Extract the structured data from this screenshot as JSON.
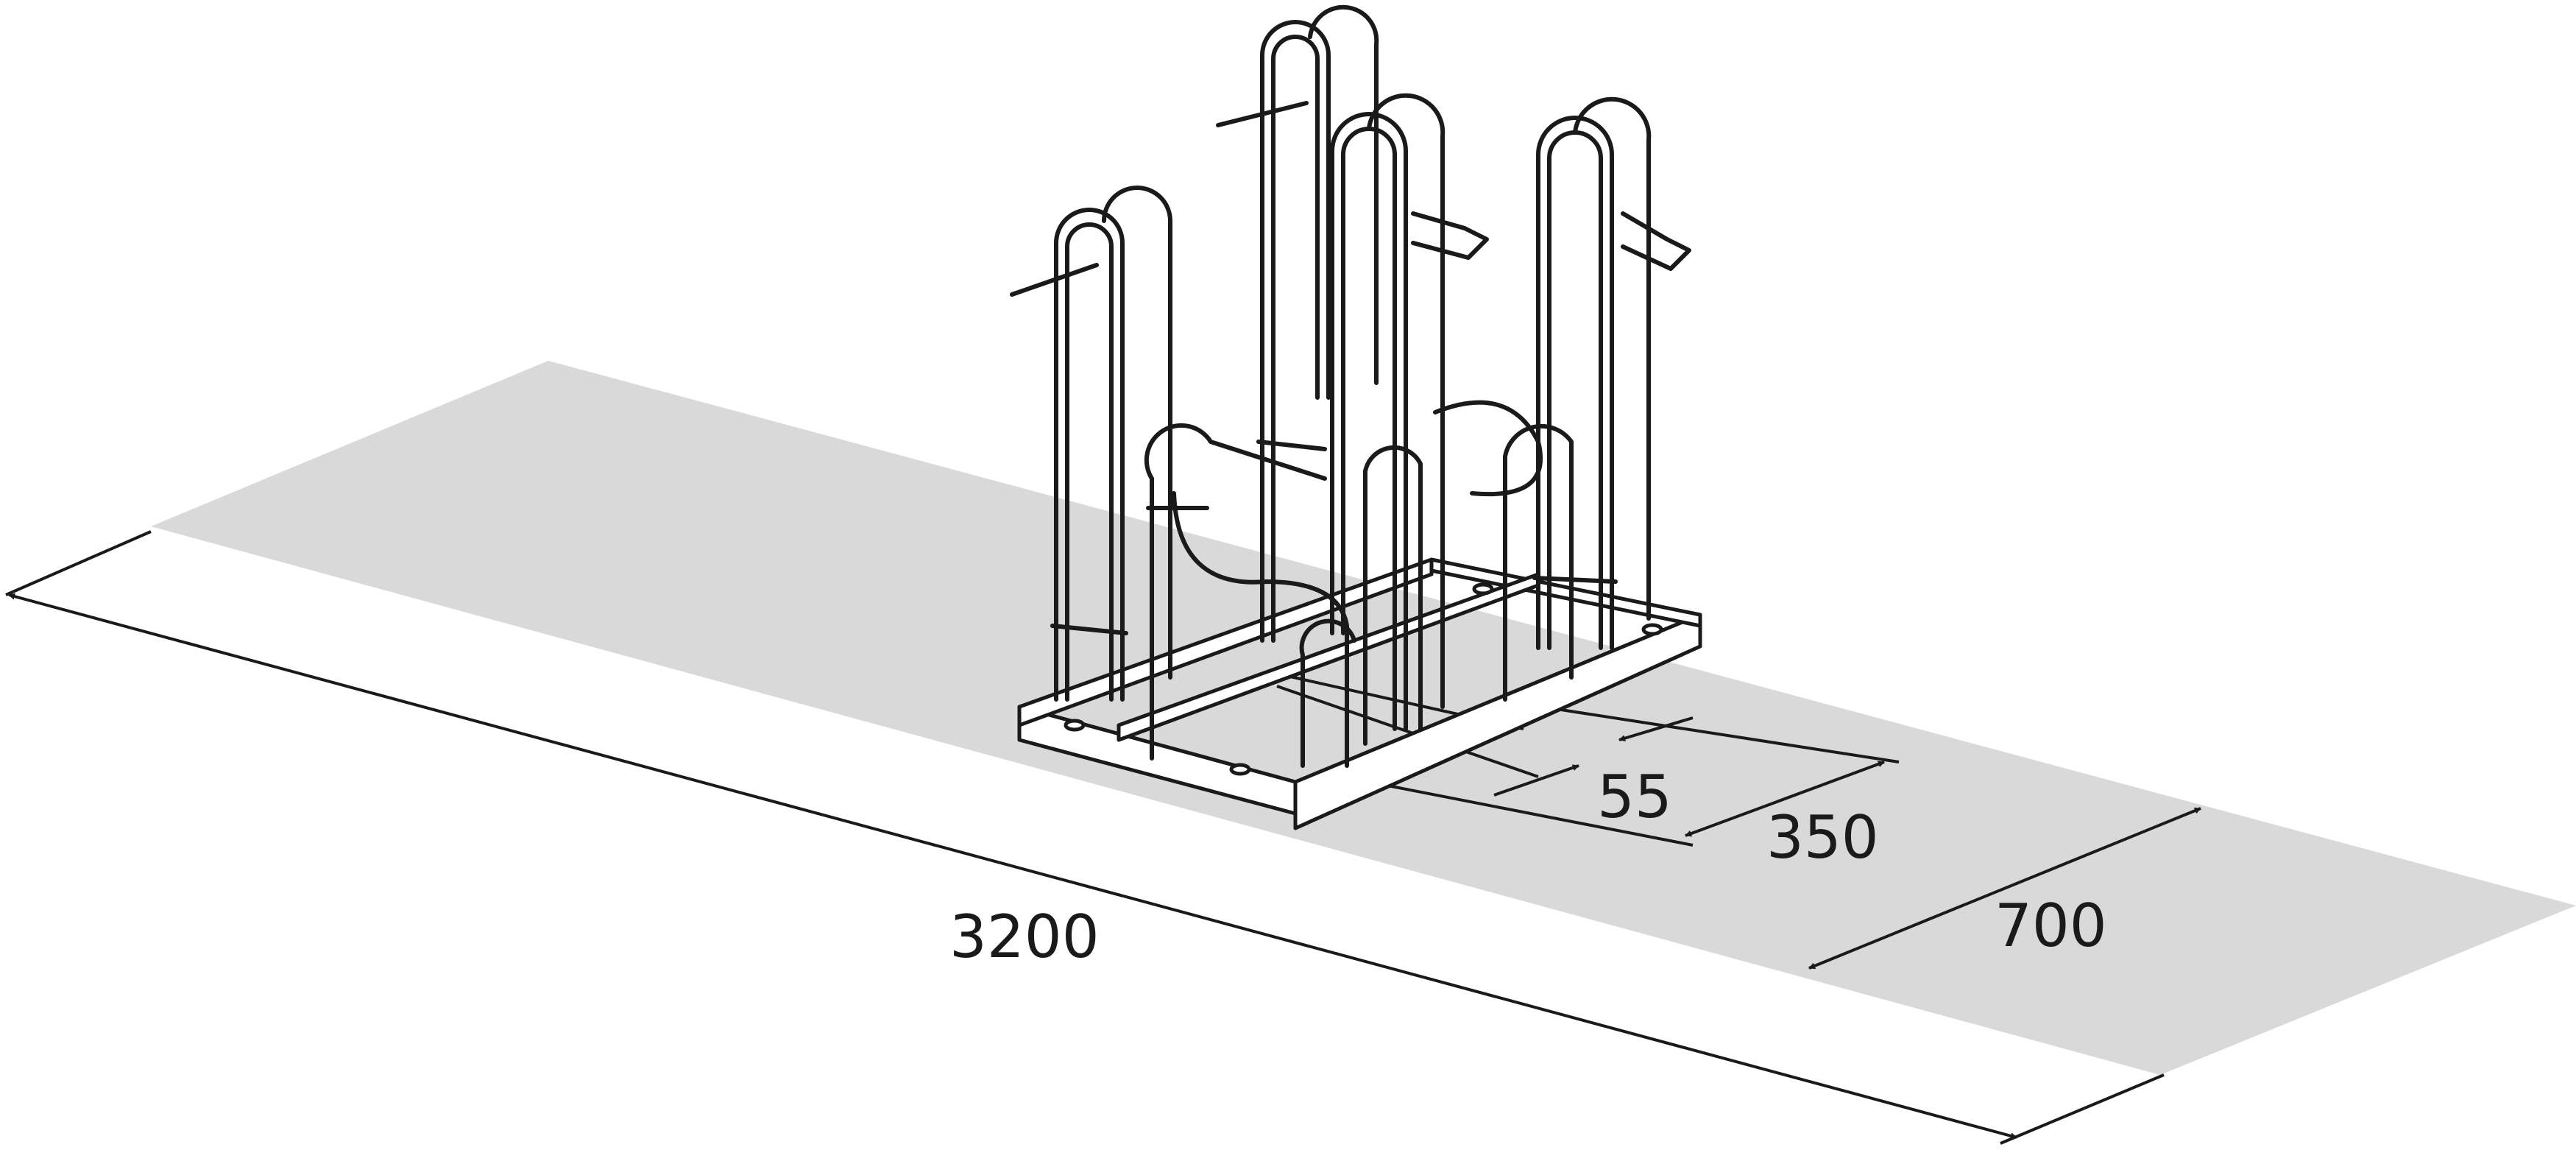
{
  "dimensions": {
    "total_length": "3200",
    "width": "700",
    "spacing": "350",
    "offset": "55"
  },
  "colors": {
    "floor": "#d9d9d9",
    "line": "#1a1a1a",
    "background": "#ffffff"
  }
}
